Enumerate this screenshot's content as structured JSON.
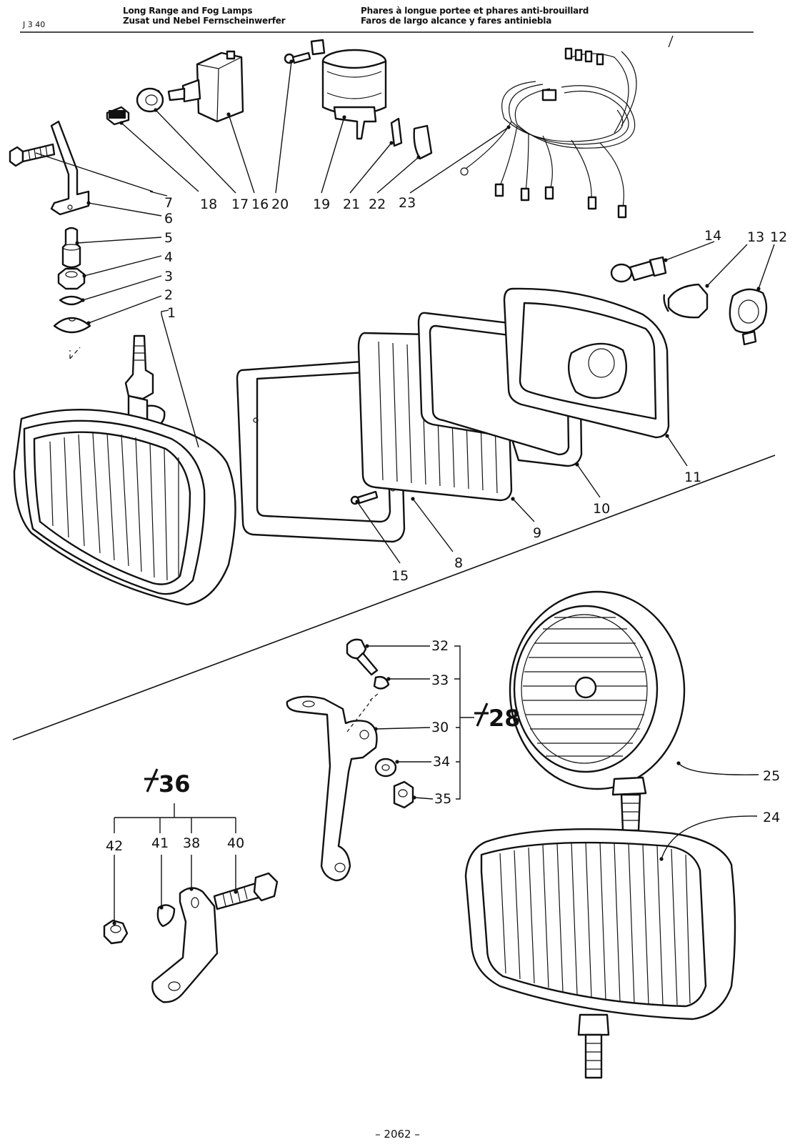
{
  "page_code": "J 3 40",
  "header": {
    "title_en": "Long Range and Fog Lamps",
    "title_de": "Zusat und Nebel Fernscheinwerfer",
    "title_fr": "Phares à longue portee et phares anti-brouillard",
    "title_es": "Faros de largo alcance y fares antiniebla"
  },
  "callouts": {
    "c1": "1",
    "c2": "2",
    "c3": "3",
    "c4": "4",
    "c5": "5",
    "c6": "6",
    "c7": "7",
    "c8": "8",
    "c9": "9",
    "c10": "10",
    "c11": "11",
    "c12": "12",
    "c13": "13",
    "c14": "14",
    "c15": "15",
    "c16": "16",
    "c17": "17",
    "c18": "18",
    "c19": "19",
    "c20": "20",
    "c21": "21",
    "c22": "22",
    "c23": "23",
    "c24": "24",
    "c25": "25",
    "c30": "30",
    "c32": "32",
    "c33": "33",
    "c34": "34",
    "c35": "35",
    "c38": "38",
    "c40": "40",
    "c41": "41",
    "c42": "42"
  },
  "groups": {
    "g28": "28",
    "g36": "36"
  },
  "footer": {
    "page_number": "– 2062 –"
  }
}
